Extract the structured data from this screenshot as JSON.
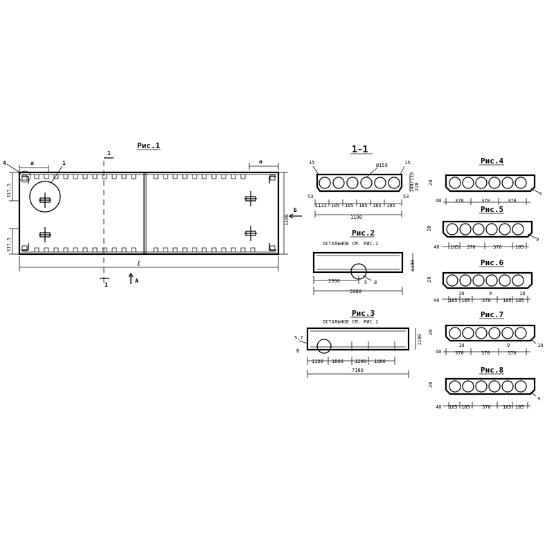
{
  "fig1": {
    "title": "Рис.1",
    "section_mark": "1",
    "leader_1": "1",
    "leader_4": "4",
    "dim_a": "a",
    "dim_317": "317,5",
    "dim_length": "ℓ",
    "dim_1190": "1190",
    "view_A": "A",
    "view_B": "Б"
  },
  "sec11": {
    "title": "1-1",
    "dia": "Ø159",
    "d15": "15",
    "d220": "220",
    "d140": "140/110",
    "d53": "53",
    "bottom_dims": [
      "1132",
      "185",
      "185",
      "185",
      "185",
      "185"
    ],
    "total": "1190"
  },
  "fig2": {
    "title": "Рис.2",
    "note": "ОСТАЛЬНОЕ СМ. РИС.1",
    "d2990": "2990",
    "d5980": "5980",
    "d1190": "1190",
    "leader_5": "5",
    "leader_8": "8"
  },
  "fig3": {
    "title": "Рис.3",
    "note": "ОСТАЛЬНОЕ СМ. РИС.1",
    "d57": "5,7",
    "mark_B": "В",
    "dims": [
      "1190",
      "1800",
      "1200",
      "1900"
    ],
    "total": "7180",
    "d1190": "1190"
  },
  "fig4": {
    "title": "Рис.4",
    "d20": "20",
    "d40": "40",
    "dims": [
      "370",
      "370",
      "370"
    ],
    "leader_9": "9"
  },
  "fig5": {
    "title": "Рис.5",
    "d20": "20",
    "d40": "40",
    "dims": [
      "185",
      "370",
      "370",
      "185"
    ],
    "leader_9": "9"
  },
  "fig6": {
    "title": "Рис.6",
    "d20": "20",
    "d40": "40",
    "dims": [
      "185",
      "185",
      "370",
      "185",
      "185"
    ],
    "l10a": "10",
    "l9": "9",
    "l10b": "10"
  },
  "fig7": {
    "title": "Рис.7",
    "d20": "20",
    "d40": "40",
    "dims": [
      "370",
      "370",
      "370"
    ],
    "l10a": "10",
    "l9": "9",
    "l10b": "10"
  },
  "fig8": {
    "title": "Рис.8",
    "d20": "20",
    "d40": "40",
    "dims": [
      "185",
      "185",
      "370",
      "185",
      "185"
    ],
    "leader_9": "9"
  }
}
